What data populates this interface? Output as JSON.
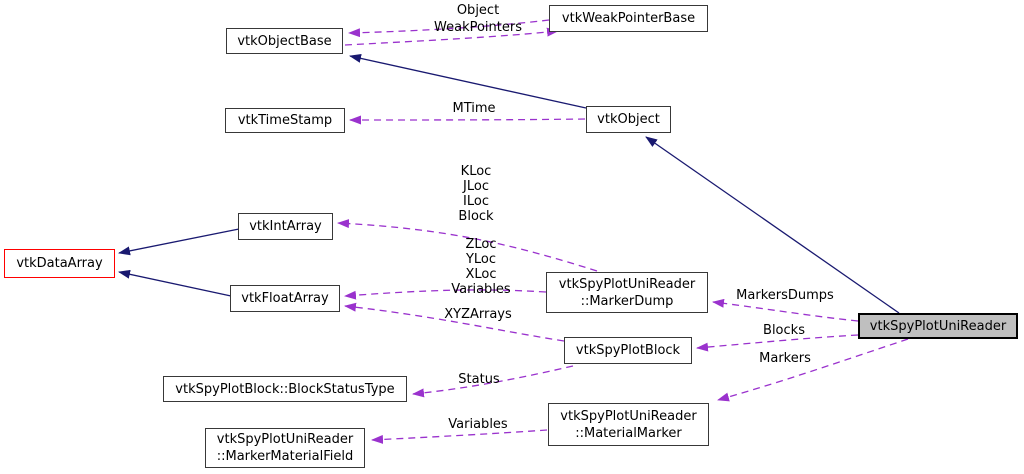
{
  "colors": {
    "background": "#ffffff",
    "inheritance_edge": "#191970",
    "usage_edge": "#9a32cd",
    "node_border": "#383838",
    "focus_node_border": "#ff0000",
    "highlight_node_fill": "#bfbfbf",
    "text": "#000000"
  },
  "nodes": [
    {
      "id": "vtkObjectBase",
      "label": "vtkObjectBase"
    },
    {
      "id": "vtkWeakPointerBase",
      "label": "vtkWeakPointerBase"
    },
    {
      "id": "vtkTimeStamp",
      "label": "vtkTimeStamp"
    },
    {
      "id": "vtkObject",
      "label": "vtkObject"
    },
    {
      "id": "vtkIntArray",
      "label": "vtkIntArray"
    },
    {
      "id": "vtkDataArray",
      "label": "vtkDataArray"
    },
    {
      "id": "vtkFloatArray",
      "label": "vtkFloatArray"
    },
    {
      "id": "MarkerDump",
      "label": "vtkSpyPlotUniReader\n::MarkerDump"
    },
    {
      "id": "vtkSpyPlotBlock",
      "label": "vtkSpyPlotBlock"
    },
    {
      "id": "BlockStatusType",
      "label": "vtkSpyPlotBlock::BlockStatusType"
    },
    {
      "id": "MarkerMaterialField",
      "label": "vtkSpyPlotUniReader\n::MarkerMaterialField"
    },
    {
      "id": "MaterialMarker",
      "label": "vtkSpyPlotUniReader\n::MaterialMarker"
    },
    {
      "id": "vtkSpyPlotUniReader",
      "label": "vtkSpyPlotUniReader"
    }
  ],
  "edge_labels": [
    {
      "id": "object",
      "label": "Object"
    },
    {
      "id": "weakpointers",
      "label": "WeakPointers"
    },
    {
      "id": "mtime",
      "label": "MTime"
    },
    {
      "id": "intarray-members",
      "label": "KLoc\nJLoc\nILoc\nBlock"
    },
    {
      "id": "floatarray-members",
      "label": "ZLoc\nYLoc\nXLoc\nVariables"
    },
    {
      "id": "xyzarrays",
      "label": "XYZArrays"
    },
    {
      "id": "markersdumps",
      "label": "MarkersDumps"
    },
    {
      "id": "blocks",
      "label": "Blocks"
    },
    {
      "id": "markers",
      "label": "Markers"
    },
    {
      "id": "status",
      "label": "Status"
    },
    {
      "id": "variables",
      "label": "Variables"
    }
  ]
}
